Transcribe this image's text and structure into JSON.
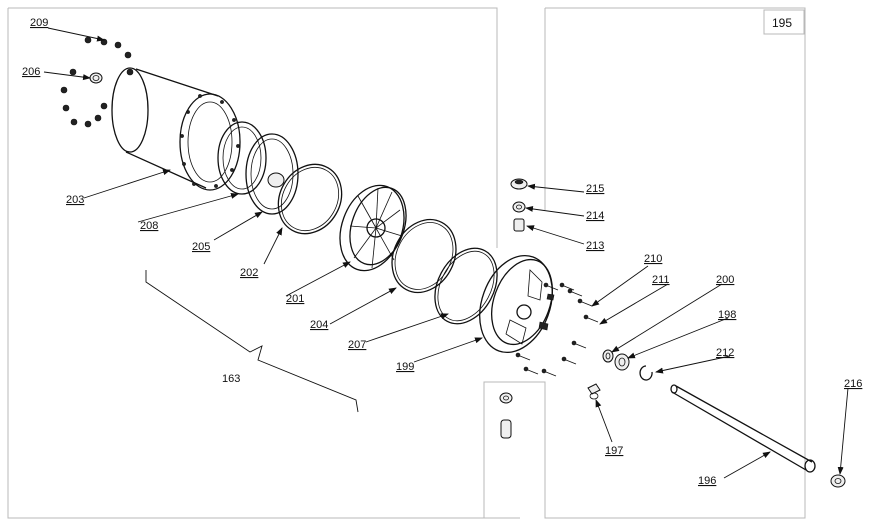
{
  "title_box": "195",
  "labels": {
    "l209": "209",
    "l206": "206",
    "l203": "203",
    "l208": "208",
    "l205": "205",
    "l202": "202",
    "l201": "201",
    "l204": "204",
    "l207": "207",
    "l199": "199",
    "l215": "215",
    "l214": "214",
    "l213": "213",
    "l210": "210",
    "l211": "211",
    "l200": "200",
    "l198": "198",
    "l212": "212",
    "l197": "197",
    "l196": "196",
    "l216": "216",
    "l163": "163"
  }
}
